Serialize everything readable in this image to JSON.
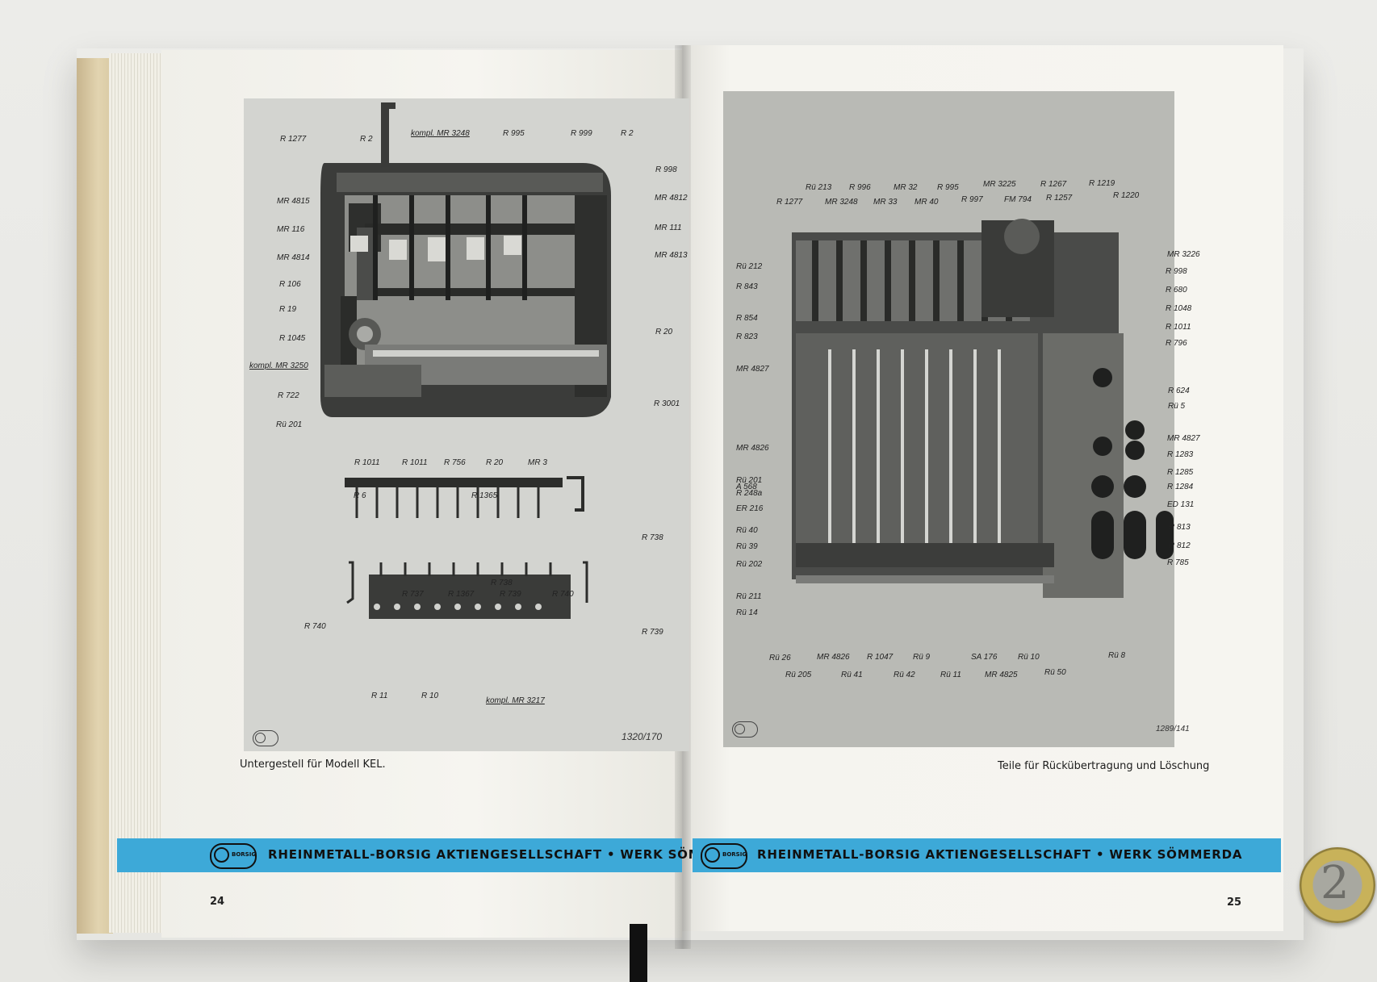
{
  "left_page": {
    "caption": "Untergestell für Modell KEL.",
    "photo_number": "1320/170",
    "page_number": "24",
    "labels": [
      {
        "text": "R 1277"
      },
      {
        "text": "R 2"
      },
      {
        "text": "kompl. MR 3248",
        "underline": true
      },
      {
        "text": "R 995"
      },
      {
        "text": "R 999"
      },
      {
        "text": "R 2"
      },
      {
        "text": "R 998"
      },
      {
        "text": "MR 4815"
      },
      {
        "text": "MR 4812"
      },
      {
        "text": "MR 116"
      },
      {
        "text": "MR 111"
      },
      {
        "text": "MR 4814"
      },
      {
        "text": "MR 4813"
      },
      {
        "text": "R 106"
      },
      {
        "text": "R 19"
      },
      {
        "text": "R 20"
      },
      {
        "text": "R 1045"
      },
      {
        "text": "kompl. MR 3250",
        "underline": true
      },
      {
        "text": "R 722"
      },
      {
        "text": "R 3001"
      },
      {
        "text": "Rü 201"
      },
      {
        "text": "R 1011"
      },
      {
        "text": "R 1011"
      },
      {
        "text": "R 756"
      },
      {
        "text": "R 20"
      },
      {
        "text": "MR 3"
      },
      {
        "text": "R 6"
      },
      {
        "text": "R 1365"
      },
      {
        "text": "R 738"
      },
      {
        "text": "R 738"
      },
      {
        "text": "R 740"
      },
      {
        "text": "R 737"
      },
      {
        "text": "R 1367"
      },
      {
        "text": "R 739"
      },
      {
        "text": "R 740"
      },
      {
        "text": "R 739"
      },
      {
        "text": "R 11"
      },
      {
        "text": "R 10"
      },
      {
        "text": "kompl. MR 3217",
        "underline": true
      }
    ]
  },
  "right_page": {
    "caption": "Teile für Rückübertragung und Löschung",
    "photo_number": "1289/141",
    "page_number": "25",
    "labels": [
      {
        "text": "Rü 213"
      },
      {
        "text": "R 996"
      },
      {
        "text": "MR 32"
      },
      {
        "text": "R 995"
      },
      {
        "text": "MR 3225"
      },
      {
        "text": "R 1267"
      },
      {
        "text": "R 1219"
      },
      {
        "text": "R 1277"
      },
      {
        "text": "MR 3248"
      },
      {
        "text": "MR 33"
      },
      {
        "text": "MR 40"
      },
      {
        "text": "R 997"
      },
      {
        "text": "FM 794"
      },
      {
        "text": "R 1257"
      },
      {
        "text": "R 1220"
      },
      {
        "text": "Rü 212"
      },
      {
        "text": "MR 3226"
      },
      {
        "text": "R 843"
      },
      {
        "text": "R 998"
      },
      {
        "text": "R 854"
      },
      {
        "text": "R 680"
      },
      {
        "text": "R 823"
      },
      {
        "text": "R 1048"
      },
      {
        "text": "R 1011"
      },
      {
        "text": "R 796"
      },
      {
        "text": "MR 4827"
      },
      {
        "text": "R 624"
      },
      {
        "text": "Rü 5"
      },
      {
        "text": "MR 4826"
      },
      {
        "text": "MR 4827"
      },
      {
        "text": "A 568"
      },
      {
        "text": "R 1283"
      },
      {
        "text": "Rü 201"
      },
      {
        "text": "R 1285"
      },
      {
        "text": "R 248a"
      },
      {
        "text": "R 1284"
      },
      {
        "text": "ER 216"
      },
      {
        "text": "ED 131"
      },
      {
        "text": "Rü 40"
      },
      {
        "text": "R 813"
      },
      {
        "text": "Rü 39"
      },
      {
        "text": "R 812"
      },
      {
        "text": "Rü 202"
      },
      {
        "text": "R 785"
      },
      {
        "text": "Rü 211"
      },
      {
        "text": "Rü 14"
      },
      {
        "text": "Rü 26"
      },
      {
        "text": "MR 4826"
      },
      {
        "text": "R 1047"
      },
      {
        "text": "Rü 9"
      },
      {
        "text": "SA 176"
      },
      {
        "text": "Rü 10"
      },
      {
        "text": "Rü 8"
      },
      {
        "text": "Rü 205"
      },
      {
        "text": "Rü 41"
      },
      {
        "text": "Rü 42"
      },
      {
        "text": "Rü 11"
      },
      {
        "text": "MR 4825"
      },
      {
        "text": "Rü 50"
      }
    ]
  },
  "band": {
    "left_text": "RHEINMETALL-BORSIG AKTIENGESELLSCHAFT • WERK SÖMMERD",
    "right_text": "RHEINMETALL-BORSIG AKTIENGESELLSCHAFT • WERK SÖMMERDA",
    "logo_text": "BORSIG",
    "color": "#3da9d8"
  },
  "coin": {
    "digit": "2"
  }
}
